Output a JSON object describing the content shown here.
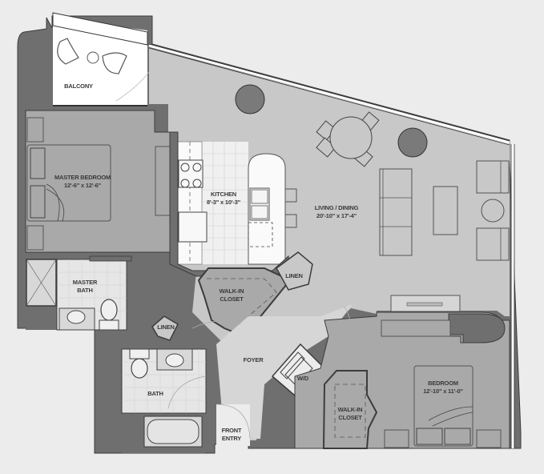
{
  "floorplan": {
    "colors": {
      "background": "#ececec",
      "wall": "#6f6f6f",
      "wall_stroke": "#3c3c3c",
      "living_floor": "#c8c8c8",
      "bedroom_floor": "#a9a9a9",
      "tile_floor": "#e6e6e6",
      "balcony_floor": "#ffffff",
      "furniture_stroke": "#555555",
      "plant": "#7a7a7a"
    },
    "rooms": [
      {
        "id": "balcony",
        "name": "BALCONY",
        "dims": ""
      },
      {
        "id": "master-bedroom",
        "name": "MASTER BEDROOM",
        "dims": "12'-6\" x 12'-6\""
      },
      {
        "id": "kitchen",
        "name": "KITCHEN",
        "dims": "8'-3\" x 10'-3\""
      },
      {
        "id": "living-dining",
        "name": "LIVING / DINING",
        "dims": "20'-10\" x 17'-4\""
      },
      {
        "id": "master-bath",
        "name": "MASTER",
        "name2": "BATH"
      },
      {
        "id": "walk-in-closet-1",
        "name": "WALK-IN",
        "name2": "CLOSET"
      },
      {
        "id": "linen-1",
        "name": "LINEN"
      },
      {
        "id": "linen-2",
        "name": "LINEN"
      },
      {
        "id": "foyer",
        "name": "FOYER"
      },
      {
        "id": "bath",
        "name": "BATH"
      },
      {
        "id": "washer-dryer",
        "name": "W/D"
      },
      {
        "id": "front-entry",
        "name": "FRONT",
        "name2": "ENTRY"
      },
      {
        "id": "walk-in-closet-2",
        "name": "WALK-IN",
        "name2": "CLOSET"
      },
      {
        "id": "bedroom",
        "name": "BEDROOM",
        "dims": "12'-10\" x 11'-0\""
      }
    ]
  }
}
